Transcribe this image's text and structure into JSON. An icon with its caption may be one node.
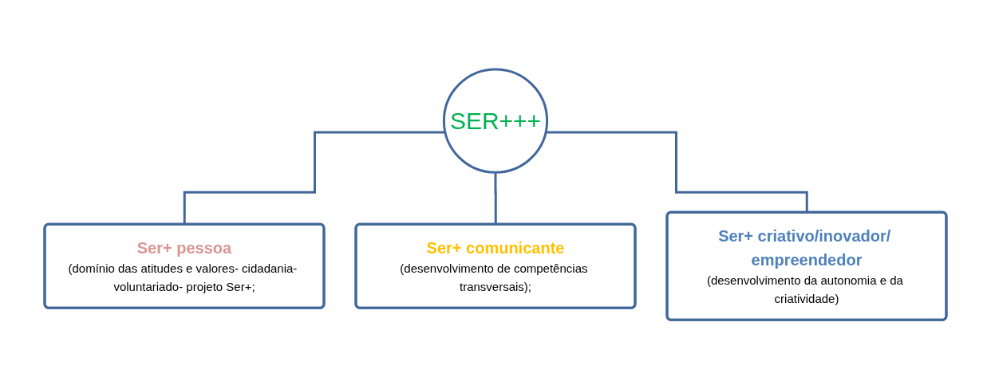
{
  "diagram": {
    "nodes": [
      {
        "text": [
          "SER+++"
        ]
      },
      {
        "text": [
          "Ser+ pessoa",
          "(domínio das atitudes e valores- cidadania- voluntariado- projeto Ser+;"
        ]
      },
      {
        "text": [
          "Ser+ comunicante",
          "(desenvolvimento de competências transversais);"
        ]
      },
      {
        "text": [
          "Ser+ criativo/inovador/ empreendedor",
          "(desenvolvimento da autonomia e da criatividade)"
        ]
      }
    ],
    "edges": [
      {
        "from": 0,
        "to": 1,
        "arrow": "none"
      },
      {
        "from": 0,
        "to": 2,
        "arrow": "none"
      },
      {
        "from": 0,
        "to": 3,
        "arrow": "none"
      }
    ]
  }
}
